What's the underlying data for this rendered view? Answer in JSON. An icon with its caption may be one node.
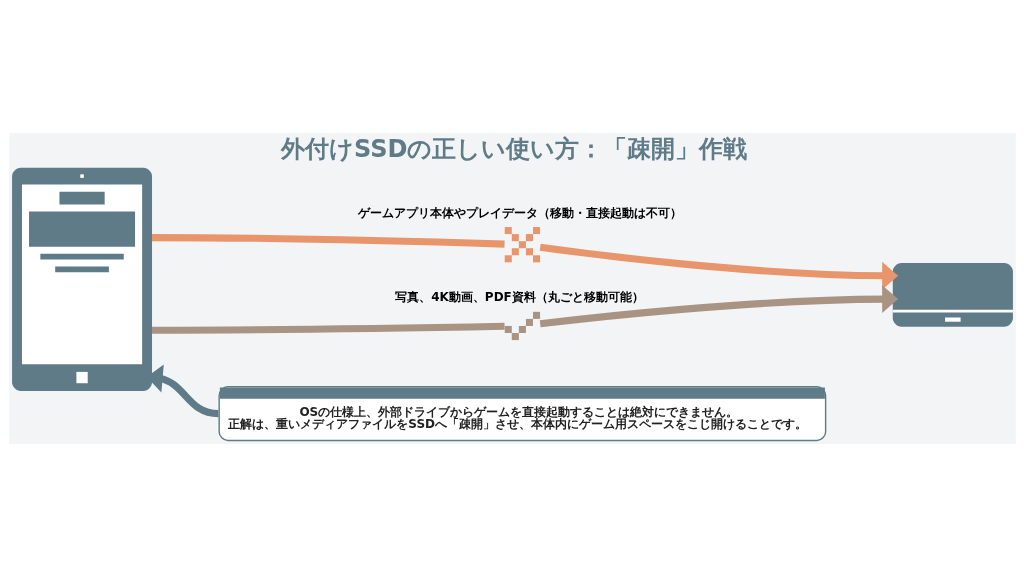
{
  "diagram": {
    "title": "外付けSSDの正しい使い方：「疎開」作戦",
    "nodes": [
      {
        "text": [],
        "shape": "picture"
      },
      {
        "text": [],
        "shape": "cross"
      },
      {
        "text": [],
        "shape": "check"
      },
      {
        "text": [],
        "shape": "picture"
      },
      {
        "text": [
          "OSの仕様上、外部ドライブからゲームを直接起動することは絶対にできません。",
          "正解は、重いメディアファイルをSSDへ「疎開」させ、本体内にゲーム用スペースをこじ開けることです。"
        ]
      }
    ],
    "edges": [
      {
        "from": 0,
        "to": 1,
        "arrow": "none",
        "label": "ゲームアプリ本体やプレイデータ（移動・直接起動は不可）",
        "color": "#e8956b"
      },
      {
        "from": 1,
        "to": 3,
        "arrow": "to",
        "color": "#e8956b"
      },
      {
        "from": 0,
        "to": 2,
        "arrow": "none",
        "label": "写真、4K動画、PDF資料（丸ごと移動可能）",
        "color": "#a99383"
      },
      {
        "from": 2,
        "to": 3,
        "arrow": "to",
        "color": "#a99383"
      },
      {
        "from": 4,
        "to": 0,
        "arrow": "to",
        "color": "#5f7b88"
      }
    ]
  }
}
